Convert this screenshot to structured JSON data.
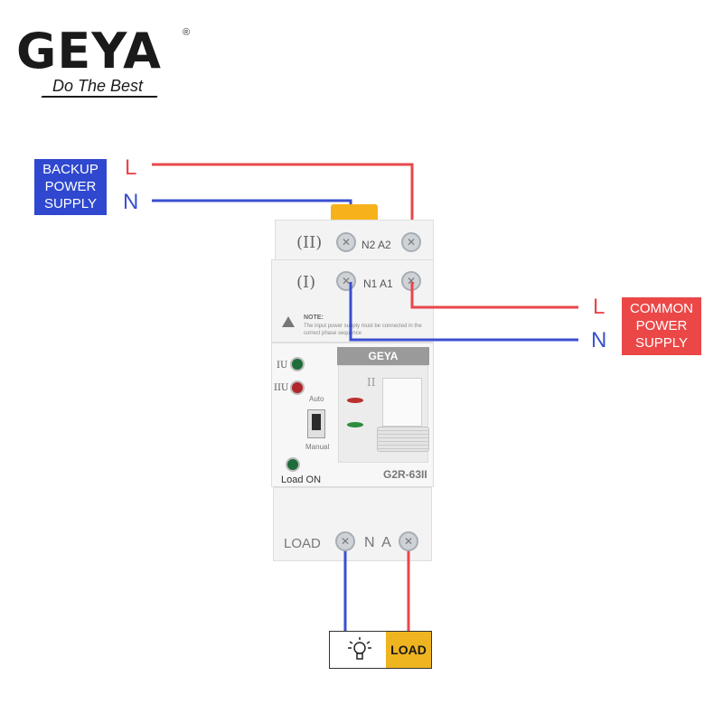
{
  "logo": {
    "brand": "GEYA",
    "registered": "®",
    "slogan": "Do The Best"
  },
  "backup": {
    "label_lines": [
      "BACKUP",
      "POWER",
      "SUPPLY"
    ],
    "l": "L",
    "n": "N",
    "color": "#2f48cf"
  },
  "common": {
    "label_lines": [
      "COMMON",
      "POWER",
      "SUPPLY"
    ],
    "l": "L",
    "n": "N",
    "color": "#ec4747"
  },
  "device": {
    "row2": {
      "roman": "(II)",
      "terms": "N2 A2"
    },
    "row1": {
      "roman": "(I)",
      "terms": "N1 A1"
    },
    "note_title": "NOTE:",
    "note_text": "The input power supply must be connected in the correct phase sequence",
    "brand_badge": "GEYA",
    "indicator_1": "IU",
    "indicator_2": "IIU",
    "mode_auto": "Auto",
    "mode_manual": "Manual",
    "load_on": "Load ON",
    "model": "G2R-63II",
    "handle_mark": "II",
    "load_label": "LOAD",
    "load_terms": "N A"
  },
  "load": {
    "label": "LOAD",
    "icon": "light-bulb-icon"
  },
  "colors": {
    "live": "#e8474c",
    "neutral": "#3a4fd0",
    "load_yellow": "#efb520"
  }
}
